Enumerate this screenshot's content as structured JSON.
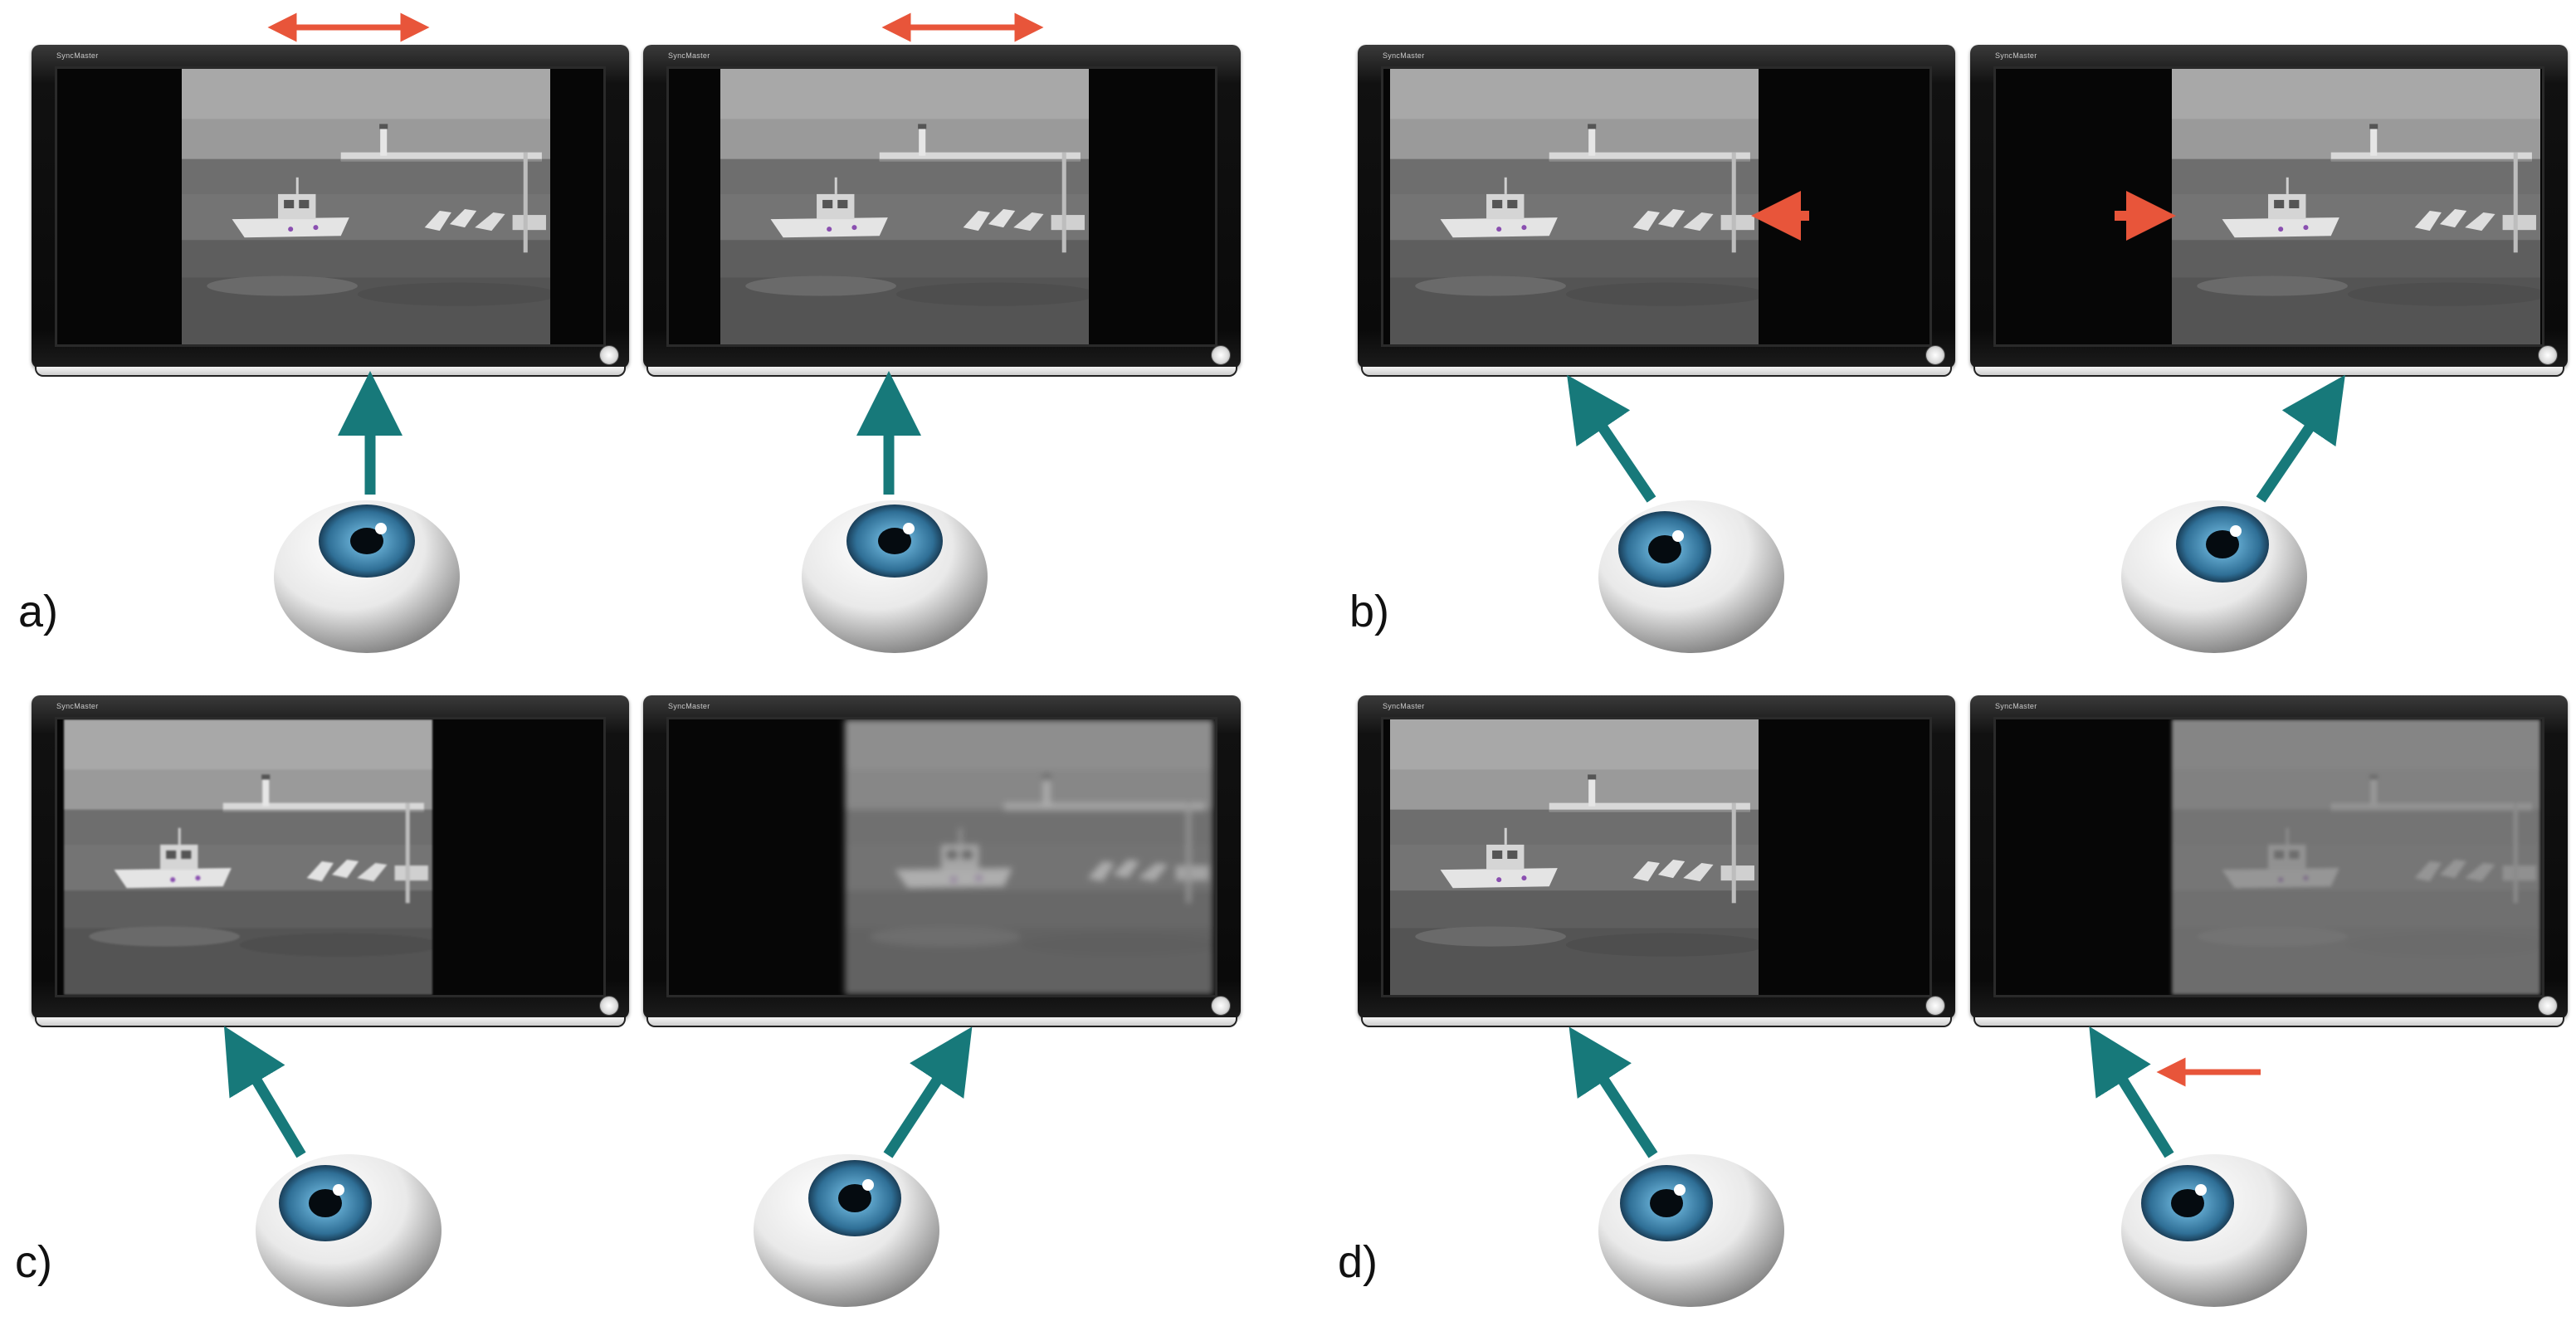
{
  "colors": {
    "gaze_arrow": "#17797a",
    "motion_arrow": "#e8553a",
    "iris": "#3a7fa8",
    "bezel": "#0a0a0a"
  },
  "monitor": {
    "brand": "SyncMaster"
  },
  "panels": [
    {
      "label": "a)"
    },
    {
      "label": "b)"
    },
    {
      "label": "c)"
    },
    {
      "label": "d)"
    }
  ],
  "icons": {
    "eye": "eye-icon",
    "gaze_arrow": "arrow-icon",
    "motion_arrow": "double-arrow-icon",
    "power": "power-button-icon"
  }
}
